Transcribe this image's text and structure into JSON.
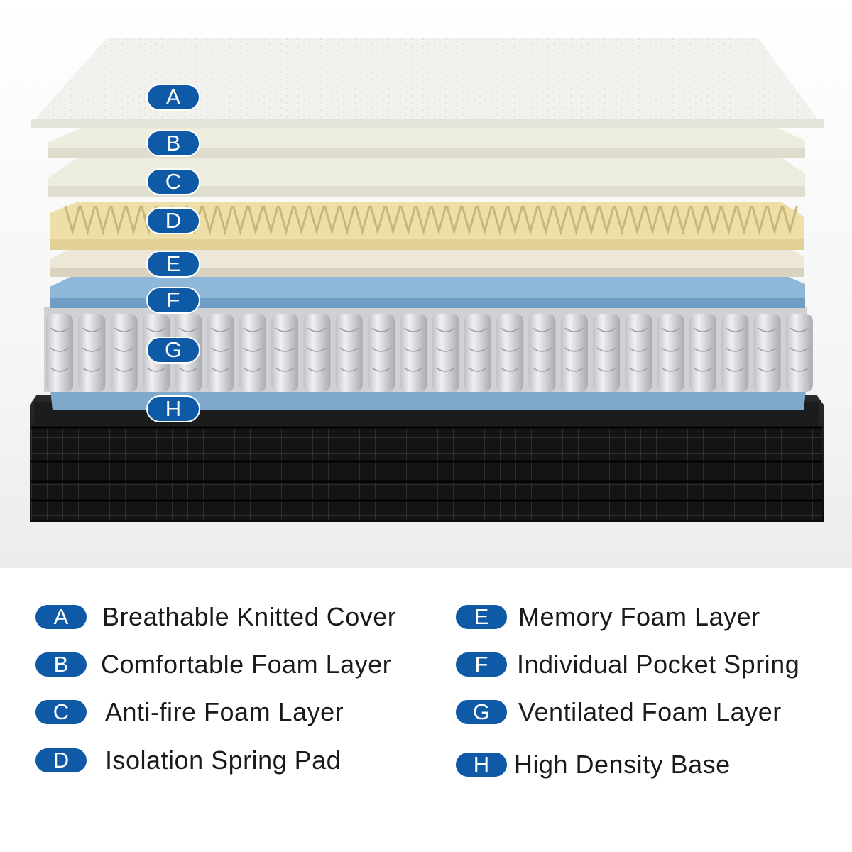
{
  "colors": {
    "badge": "#0f5aa6",
    "cover": "#f1f1ed",
    "foam_cream": "#ece7d6",
    "foam_yellow": "#eedfa9",
    "foam_blue": "#8fb8d8",
    "springs": "#dcdde0",
    "base": "#161616"
  },
  "diagram": {
    "layers": [
      {
        "letter": "A",
        "name": "cover"
      },
      {
        "letter": "B",
        "name": "comfort-foam"
      },
      {
        "letter": "C",
        "name": "anti-fire-foam"
      },
      {
        "letter": "D",
        "name": "isolation-pad"
      },
      {
        "letter": "E",
        "name": "memory-foam"
      },
      {
        "letter": "F",
        "name": "blue-foam"
      },
      {
        "letter": "G",
        "name": "pocket-springs"
      },
      {
        "letter": "H",
        "name": "base"
      }
    ]
  },
  "legend": {
    "items": [
      {
        "letter": "A",
        "label": "Breathable Knitted Cover"
      },
      {
        "letter": "B",
        "label": "Comfortable Foam Layer"
      },
      {
        "letter": "C",
        "label": "Anti-fire Foam Layer"
      },
      {
        "letter": "D",
        "label": "Isolation Spring Pad"
      },
      {
        "letter": "E",
        "label": "Memory Foam Layer"
      },
      {
        "letter": "F",
        "label": "Individual Pocket Spring"
      },
      {
        "letter": "G",
        "label": "Ventilated Foam Layer"
      },
      {
        "letter": "H",
        "label": "High Density Base"
      }
    ]
  }
}
